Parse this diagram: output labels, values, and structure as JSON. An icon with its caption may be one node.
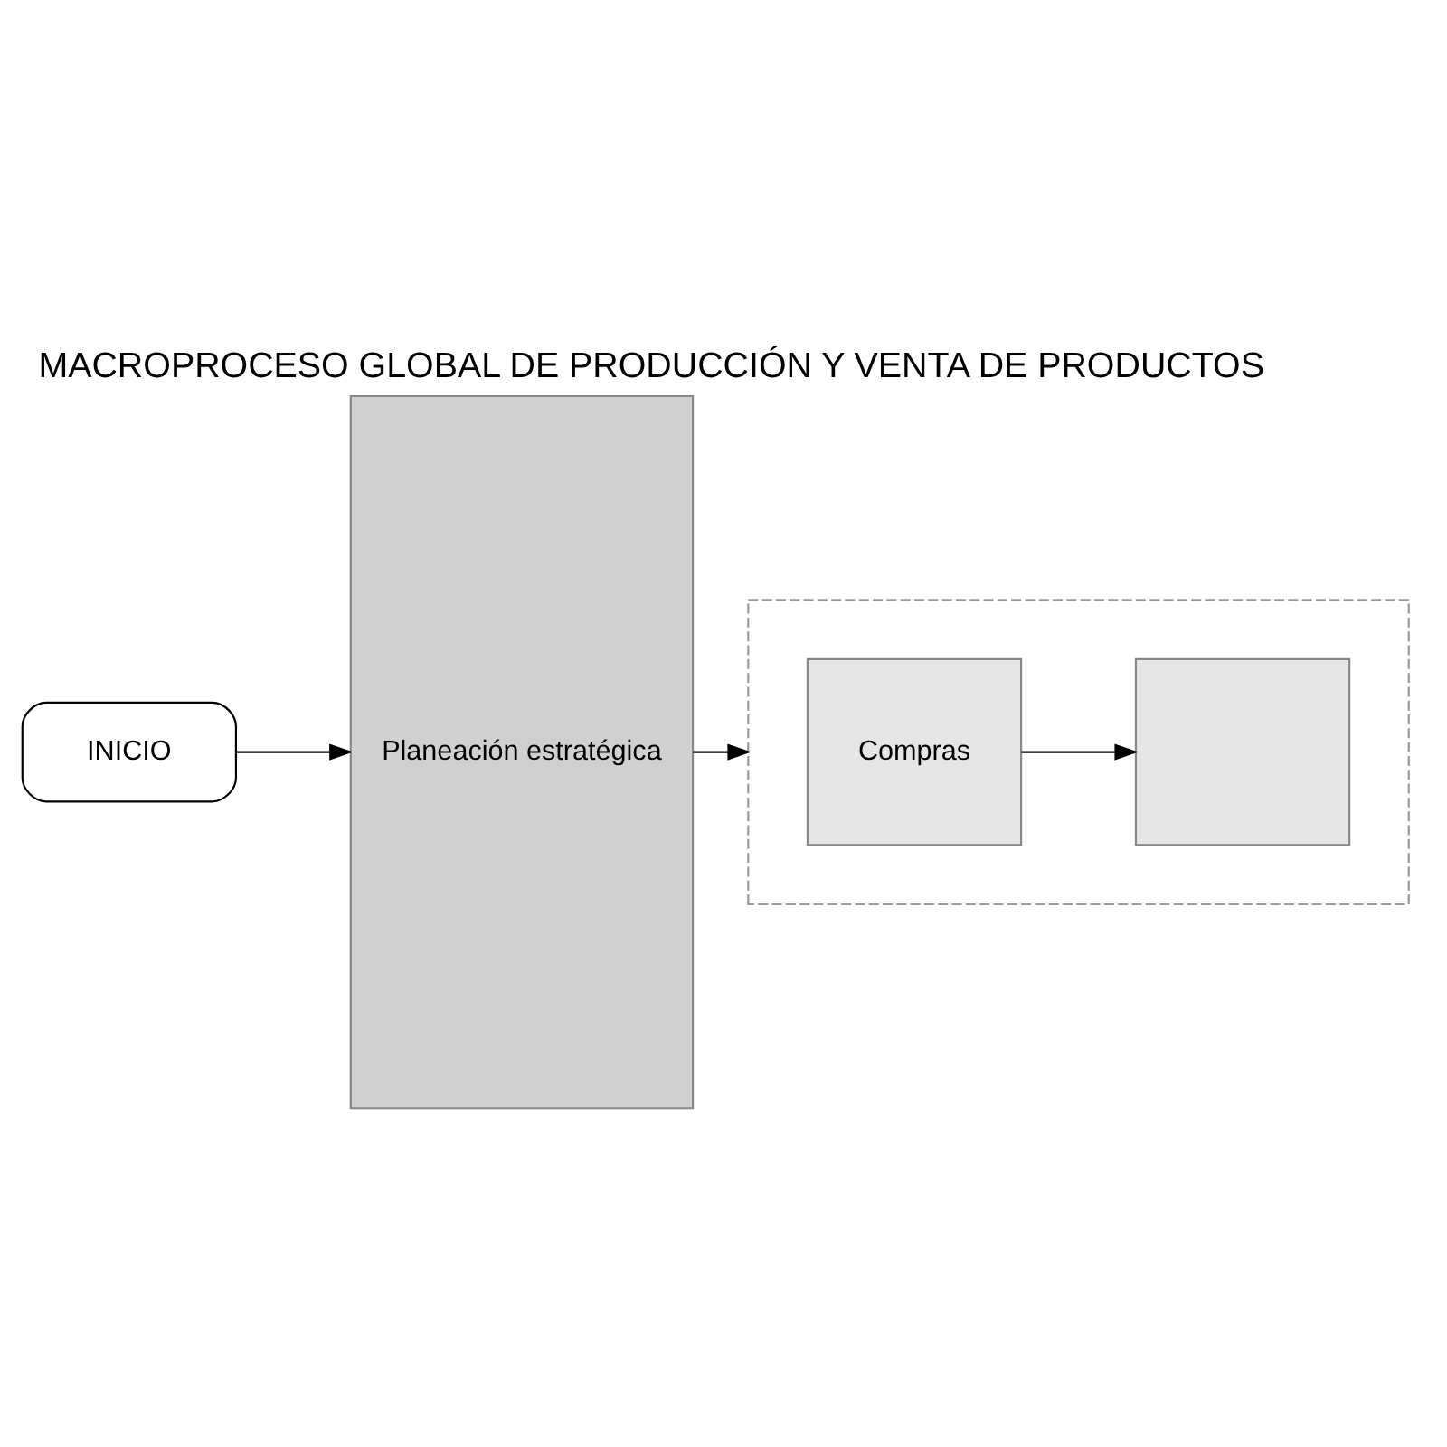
{
  "diagram": {
    "title": "MACROPROCESO GLOBAL DE PRODUCCIÓN Y VENTA DE PRODUCTOS",
    "nodes": [
      {
        "text": [
          "INICIO"
        ]
      },
      {
        "text": [
          "Planeación estratégica"
        ]
      },
      {
        "text": [],
        "shape": "box"
      },
      {
        "text": [
          "Compras"
        ],
        "in": 2
      },
      {
        "text": [],
        "shape": "box",
        "in": 2
      }
    ],
    "edges": [
      {
        "from": 0,
        "to": 1,
        "arrow": "to"
      },
      {
        "from": 1,
        "to": 2,
        "arrow": "to"
      },
      {
        "from": 3,
        "to": 4,
        "arrow": "to"
      }
    ]
  }
}
